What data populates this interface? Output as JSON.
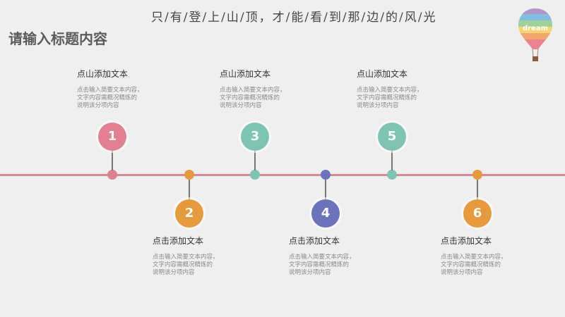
{
  "header": {
    "motto": "只/有/登/上/山/顶，才/能/看/到/那/边/的/风/光",
    "title": "请输入标题内容",
    "balloon_text": "dream"
  },
  "colors": {
    "background": "#efefef",
    "line": "#d98794",
    "pink": "#e27f90",
    "teal": "#7ec4b2",
    "orange": "#e79a3a",
    "blue": "#6c73bd"
  },
  "steps": [
    {
      "number": "1",
      "color": "pink",
      "title": "点山添加文本",
      "desc": [
        "点击输入简要文本内容，",
        "文字内容需概况精炼的",
        "说明该分项内容"
      ]
    },
    {
      "number": "2",
      "color": "orange",
      "title": "点击添加文本",
      "desc": [
        "点击输入简要文本内容，",
        "文字内容需概况精炼的",
        "说明该分项内容"
      ]
    },
    {
      "number": "3",
      "color": "teal",
      "title": "点山添加文本",
      "desc": [
        "点击输入简要文本内容，",
        "文字内容需概况精炼的",
        "说明该分项内容"
      ]
    },
    {
      "number": "4",
      "color": "blue",
      "title": "点击添加文本",
      "desc": [
        "点击输入简要文本内容，",
        "文字内容需概况精炼的",
        "说明该分项内容"
      ]
    },
    {
      "number": "5",
      "color": "teal",
      "title": "点山添加文本",
      "desc": [
        "点击输入简要文本内容，",
        "文字内容需概况精炼的",
        "说明该分项内容"
      ]
    },
    {
      "number": "6",
      "color": "orange",
      "title": "点击添加文本",
      "desc": [
        "点击输入简要文本内容，",
        "文字内容需概况精炼的",
        "说明该分项内容"
      ]
    }
  ]
}
